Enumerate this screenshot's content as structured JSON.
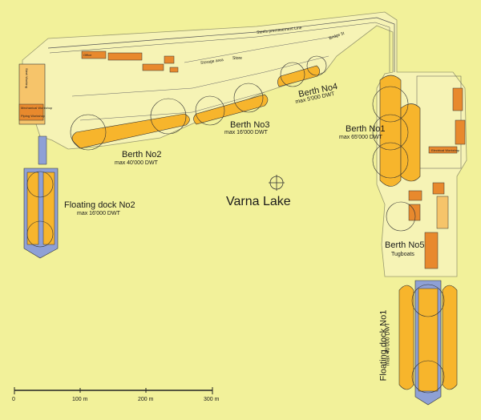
{
  "map": {
    "title": "Varna Lake",
    "berths": {
      "no1": {
        "name": "Berth No1",
        "capacity": "max 65'000 DWT"
      },
      "no2": {
        "name": "Berth No2",
        "capacity": "max 40'000 DWT"
      },
      "no3": {
        "name": "Berth No3",
        "capacity": "max 16'000 DWT"
      },
      "no4": {
        "name": "Berth No4",
        "capacity": "max 5'000 DWT"
      },
      "no5": {
        "name": "Berth No5",
        "capacity": "Tugboats"
      }
    },
    "docks": {
      "no1": {
        "name": "Floating dock No1",
        "capacity": "max 40'000 DWT"
      },
      "no2": {
        "name": "Floating dock No2",
        "capacity": "max 16'000 DWT"
      }
    },
    "small_labels": {
      "steel_line": "Steels premasement Line",
      "bridge": "Bridge 5t",
      "storage": "Storage area",
      "store": "Store"
    },
    "scale": {
      "labels": [
        "0",
        "100 m",
        "200 m",
        "300 m"
      ]
    },
    "buildings": {
      "steel_working": "Steel Working",
      "mechanical": "Mechanical Workshop",
      "piping": "Piping Workshop",
      "electro": "Electrical Workshop",
      "office": "Office"
    },
    "colors": {
      "background": "#f2f19a",
      "land": "#f6f3b5",
      "vessel": "#f7b52c",
      "building": "#e8892d",
      "dock": "#8ea0d6"
    }
  }
}
